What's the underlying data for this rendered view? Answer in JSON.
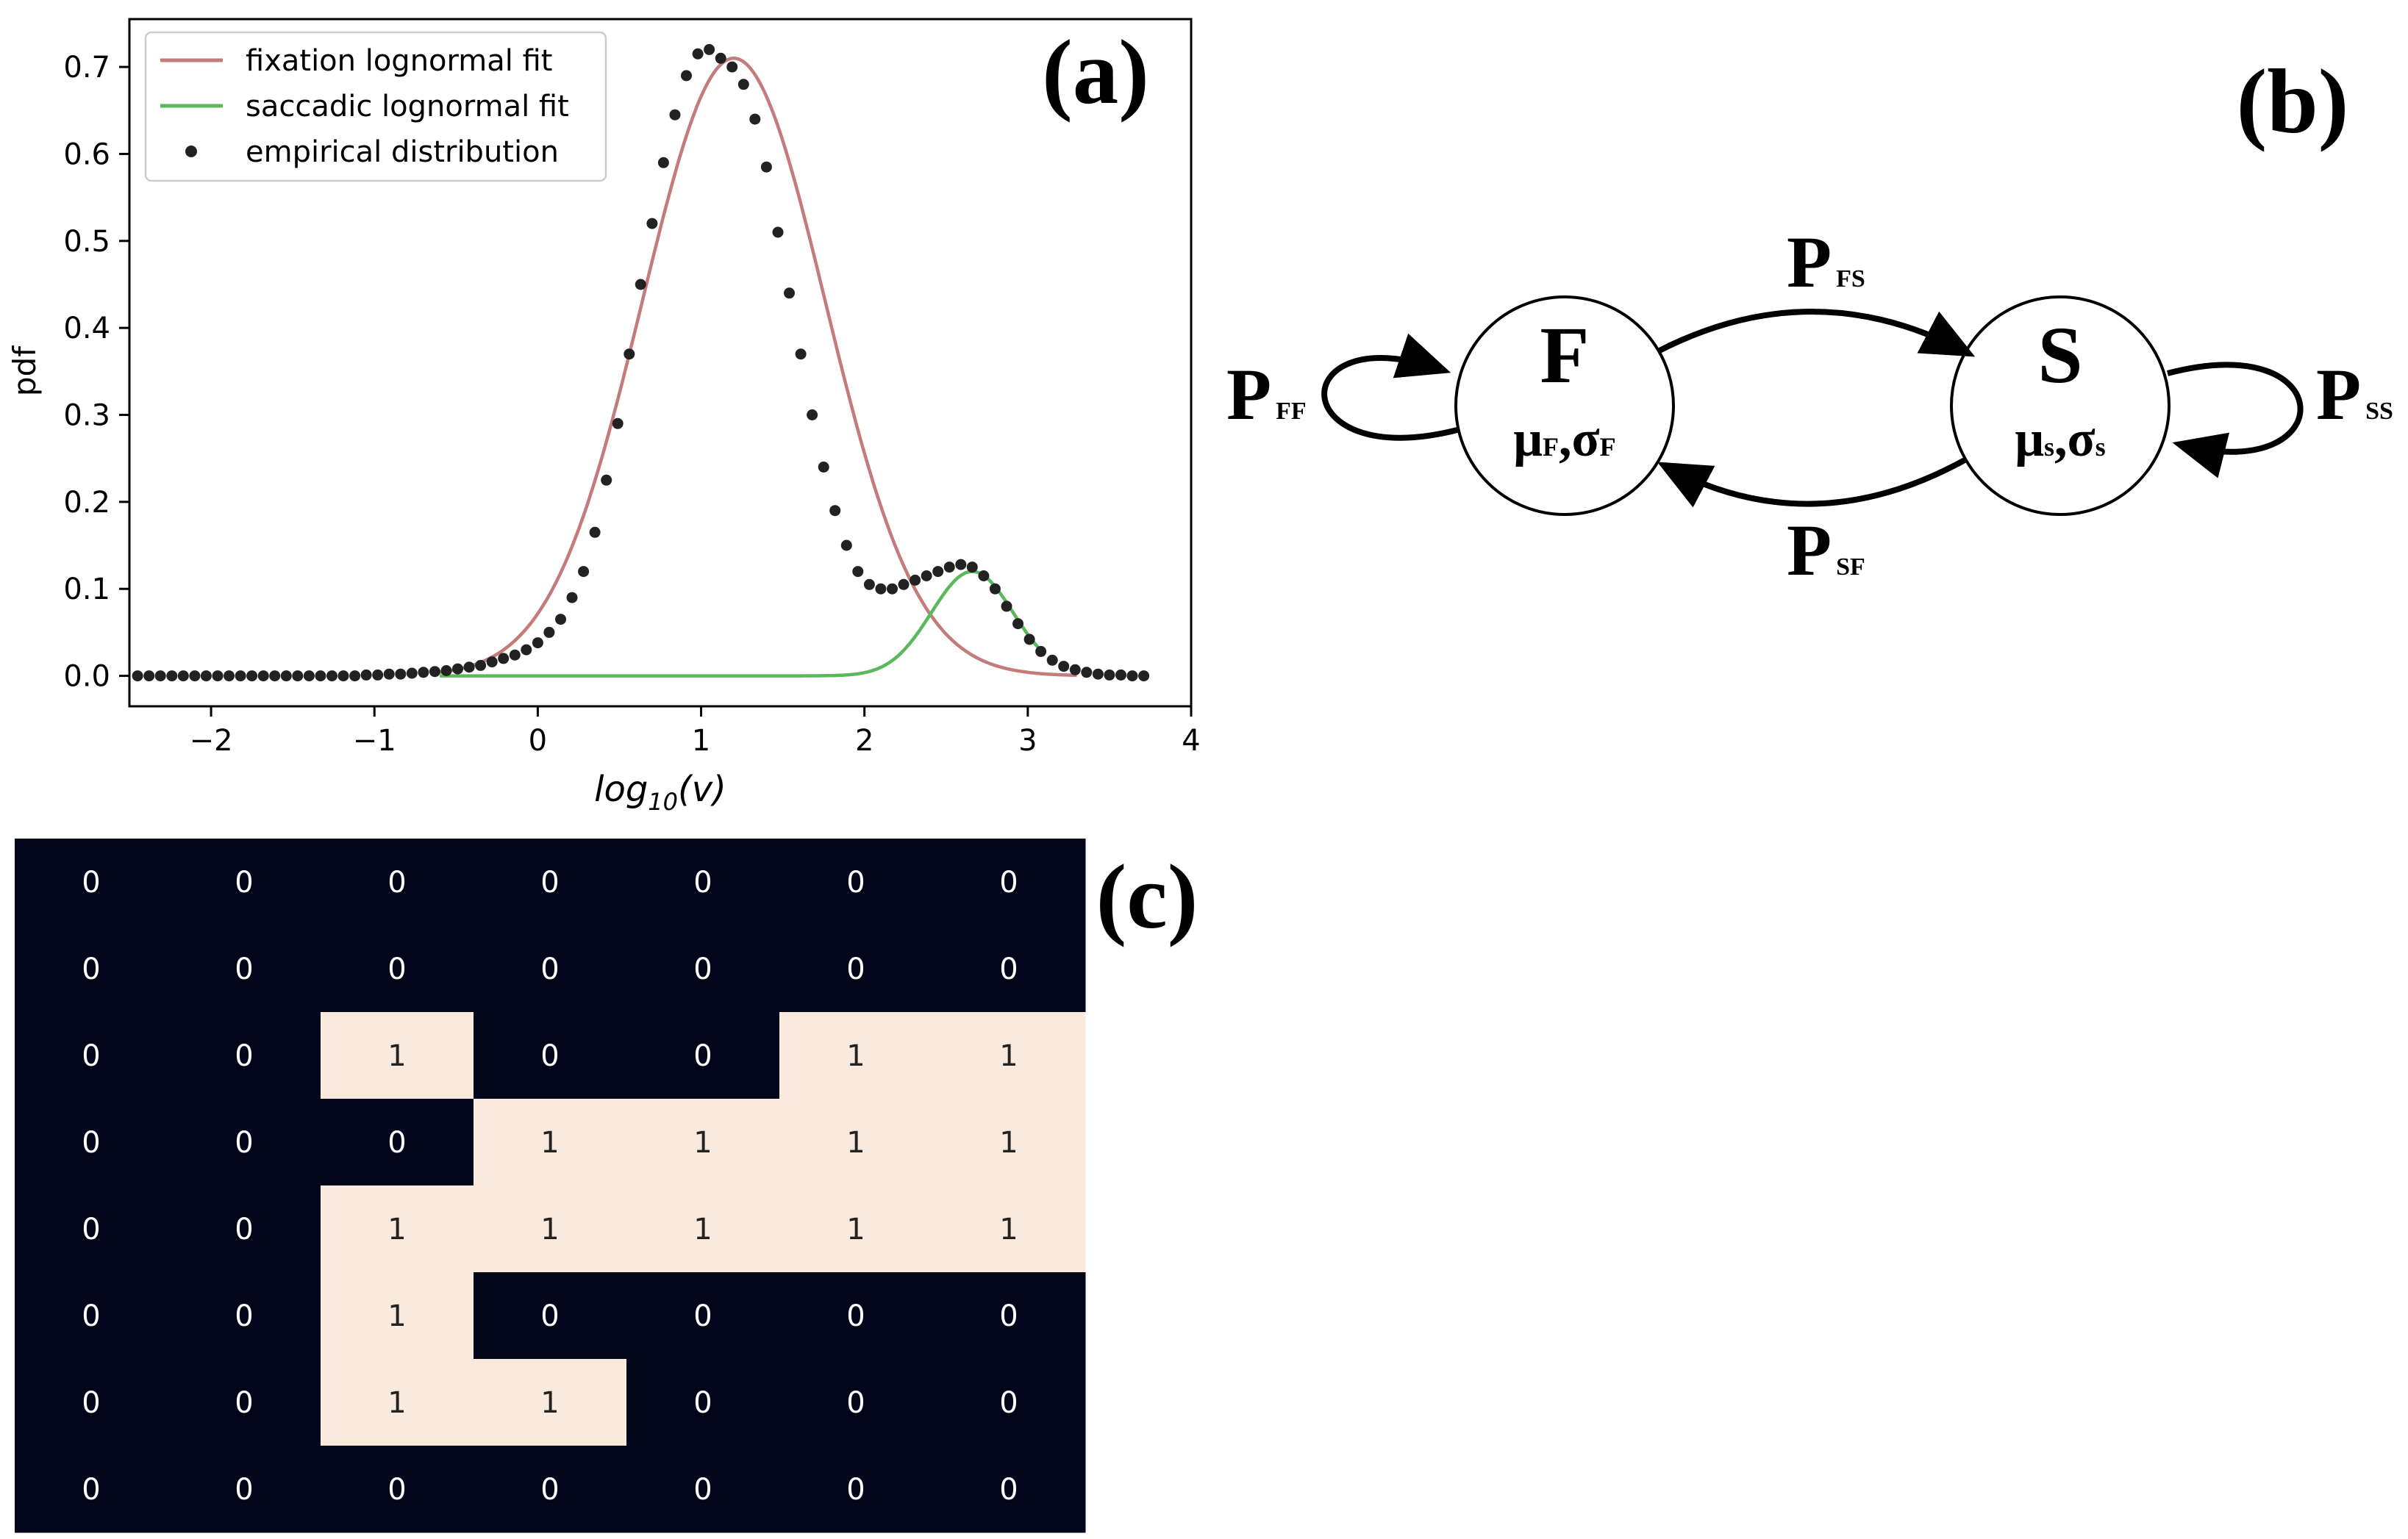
{
  "panels": {
    "a": {
      "label": "(a)"
    },
    "b": {
      "label": "(b)"
    },
    "c": {
      "label": "(c)"
    }
  },
  "chart_data": {
    "type": "line",
    "xlabel": "log10(v)",
    "ylabel": "pdf",
    "xlim": [
      -2.5,
      4.0
    ],
    "ylim": [
      -0.035,
      0.755
    ],
    "xticks": [
      -2,
      -1,
      0,
      1,
      2,
      3,
      4
    ],
    "yticks": [
      0.0,
      0.1,
      0.2,
      0.3,
      0.4,
      0.5,
      0.6,
      0.7
    ],
    "grid": false,
    "legend_position": "top-left",
    "series": [
      {
        "name": "fixation lognormal fit",
        "kind": "line",
        "color": "#c47b7b",
        "mu": 1.2,
        "sigma": 0.56,
        "scale": 0.71,
        "x_range": [
          -0.6,
          3.3
        ]
      },
      {
        "name": "saccadic lognormal fit",
        "kind": "line",
        "color": "#5cb85c",
        "mu": 2.66,
        "sigma": 0.25,
        "scale": 0.12,
        "x_range": [
          -0.6,
          3.1
        ]
      },
      {
        "name": "empirical distribution",
        "kind": "scatter",
        "color": "#222222",
        "x": [
          -2.45,
          -2.38,
          -2.31,
          -2.24,
          -2.17,
          -2.1,
          -2.03,
          -1.96,
          -1.89,
          -1.82,
          -1.75,
          -1.68,
          -1.61,
          -1.54,
          -1.47,
          -1.4,
          -1.33,
          -1.26,
          -1.19,
          -1.12,
          -1.05,
          -0.98,
          -0.91,
          -0.84,
          -0.77,
          -0.7,
          -0.63,
          -0.56,
          -0.49,
          -0.42,
          -0.35,
          -0.28,
          -0.21,
          -0.14,
          -0.07,
          0.0,
          0.07,
          0.14,
          0.21,
          0.28,
          0.35,
          0.42,
          0.49,
          0.56,
          0.63,
          0.7,
          0.77,
          0.84,
          0.91,
          0.98,
          1.05,
          1.12,
          1.19,
          1.26,
          1.33,
          1.4,
          1.47,
          1.54,
          1.61,
          1.68,
          1.75,
          1.82,
          1.89,
          1.96,
          2.03,
          2.1,
          2.17,
          2.24,
          2.31,
          2.38,
          2.45,
          2.52,
          2.59,
          2.66,
          2.73,
          2.8,
          2.87,
          2.94,
          3.01,
          3.08,
          3.15,
          3.22,
          3.29,
          3.36,
          3.43,
          3.5,
          3.57,
          3.64,
          3.71
        ],
        "y": [
          0,
          0,
          0,
          0,
          0,
          0,
          0,
          0,
          0,
          0,
          0,
          0,
          0,
          0,
          0,
          0,
          0,
          0,
          0,
          0,
          0.001,
          0.001,
          0.002,
          0.002,
          0.003,
          0.004,
          0.005,
          0.006,
          0.008,
          0.01,
          0.012,
          0.016,
          0.02,
          0.024,
          0.03,
          0.038,
          0.05,
          0.065,
          0.09,
          0.12,
          0.165,
          0.225,
          0.29,
          0.37,
          0.45,
          0.52,
          0.59,
          0.645,
          0.69,
          0.715,
          0.72,
          0.71,
          0.7,
          0.68,
          0.64,
          0.585,
          0.51,
          0.44,
          0.37,
          0.3,
          0.24,
          0.19,
          0.15,
          0.12,
          0.105,
          0.1,
          0.1,
          0.105,
          0.11,
          0.115,
          0.12,
          0.125,
          0.128,
          0.125,
          0.115,
          0.1,
          0.08,
          0.06,
          0.042,
          0.028,
          0.018,
          0.011,
          0.007,
          0.004,
          0.002,
          0.001,
          0.001,
          0,
          0
        ]
      }
    ]
  },
  "diagram": {
    "state_f": {
      "name": "F",
      "params_mu": "μ",
      "params_mu_sub": "F",
      "params_sep": ",",
      "params_sigma": "σ",
      "params_sigma_sub": "F"
    },
    "state_s": {
      "name": "S",
      "params_mu": "μ",
      "params_mu_sub": "s",
      "params_sep": ",",
      "params_sigma": "σ",
      "params_sigma_sub": "s"
    },
    "transitions": {
      "ff": {
        "main": "P",
        "sub": "FF"
      },
      "fs": {
        "main": "P",
        "sub": "FS"
      },
      "sf": {
        "main": "P",
        "sub": "SF"
      },
      "ss": {
        "main": "P",
        "sub": "SS"
      }
    }
  },
  "matrix": {
    "dark_color": "#03051a",
    "light_color": "#faeade",
    "rows": [
      [
        0,
        0,
        0,
        0,
        0,
        0,
        0
      ],
      [
        0,
        0,
        0,
        0,
        0,
        0,
        0
      ],
      [
        0,
        0,
        1,
        0,
        0,
        1,
        1
      ],
      [
        0,
        0,
        0,
        1,
        1,
        1,
        1
      ],
      [
        0,
        0,
        1,
        1,
        1,
        1,
        1
      ],
      [
        0,
        0,
        1,
        0,
        0,
        0,
        0
      ],
      [
        0,
        0,
        1,
        1,
        0,
        0,
        0
      ],
      [
        0,
        0,
        0,
        0,
        0,
        0,
        0
      ]
    ]
  }
}
